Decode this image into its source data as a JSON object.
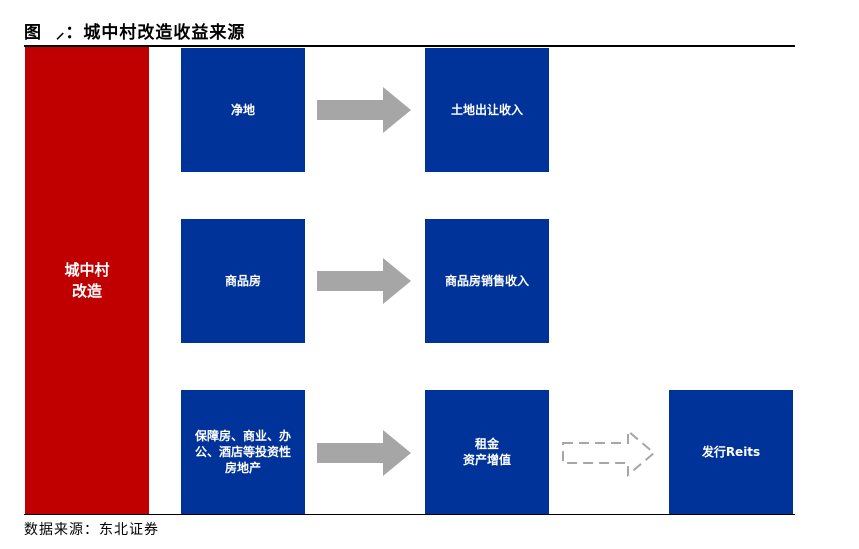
{
  "title": "图  ⸝：城中村改造收益来源",
  "source": "数据来源：东北证券",
  "root": {
    "label": "城中村\n改造"
  },
  "rows": [
    {
      "from": "净地",
      "to": "土地出让收入"
    },
    {
      "from": "商品房",
      "to": "商品房销售收入"
    },
    {
      "from": "保障房、商业、办\n公、酒店等投资性\n房地产",
      "to": "租金\n资产增值",
      "extra": "发行Reits"
    }
  ],
  "colors": {
    "red": "#c00000",
    "blue": "#003399",
    "arrow": "#a6a6a6",
    "dashed_arrow": "#a6a6a6"
  }
}
